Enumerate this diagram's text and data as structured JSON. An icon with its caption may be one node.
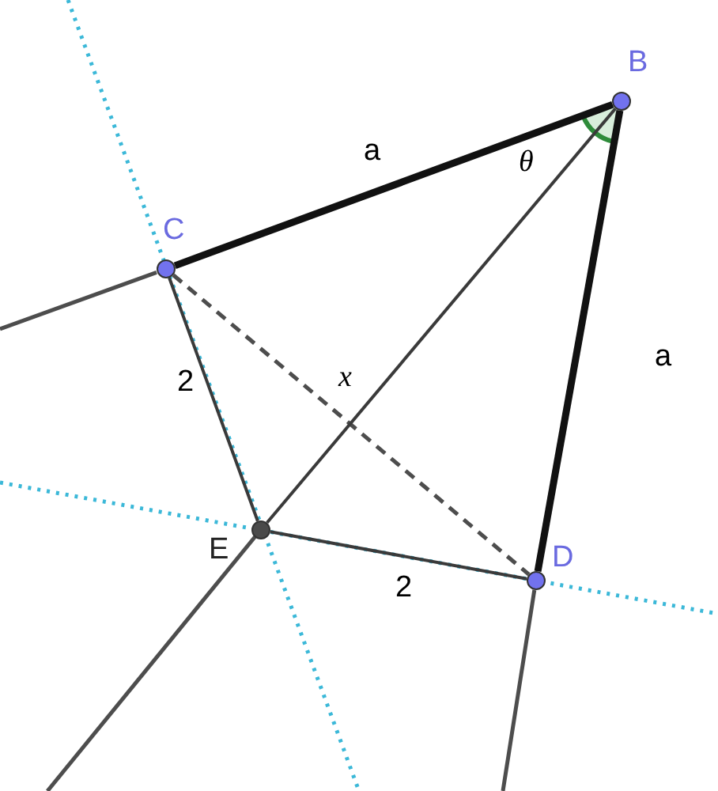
{
  "diagram": {
    "nodes": [
      {
        "text": [
          "B"
        ]
      },
      {
        "text": [
          "C"
        ]
      },
      {
        "text": [
          "E"
        ]
      },
      {
        "text": [
          "D"
        ]
      }
    ],
    "edges": [
      {
        "from": 0,
        "to": 1,
        "arrow": "none",
        "label": "a",
        "style": "thick"
      },
      {
        "from": 0,
        "to": 3,
        "arrow": "none",
        "label": "a",
        "style": "thick"
      },
      {
        "from": 1,
        "to": 2,
        "arrow": "none",
        "label": "2"
      },
      {
        "from": 2,
        "to": 3,
        "arrow": "none",
        "label": "2"
      },
      {
        "from": 1,
        "to": 3,
        "arrow": "none",
        "label": "x",
        "style": "dashed"
      },
      {
        "from": 0,
        "to": 2,
        "arrow": "none"
      }
    ],
    "labels": [
      "θ"
    ]
  }
}
